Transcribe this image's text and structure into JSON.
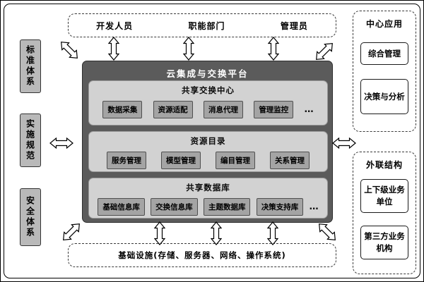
{
  "top_actors": [
    "开发人员",
    "职能部门",
    "管理员"
  ],
  "left_pillars": [
    "标准体系",
    "实施规范",
    "安全体系"
  ],
  "platform": {
    "title": "云集成与交换平台",
    "sections": [
      {
        "title": "共享交换中心",
        "modules": [
          "数据采集",
          "资源适配",
          "消息代理",
          "管理监控"
        ],
        "more": "…"
      },
      {
        "title": "资源目录",
        "modules": [
          "服务管理",
          "模型管理",
          "编目管理",
          "关系管理"
        ]
      },
      {
        "title": "共享数据库",
        "modules": [
          "基础信息库",
          "交换信息库",
          "主题数据库",
          "决策支持库"
        ],
        "more": "…"
      }
    ]
  },
  "right_top": {
    "title": "中心应用",
    "items": [
      "综合管理",
      "决策与分析"
    ]
  },
  "right_bottom": {
    "title": "外联结构",
    "items": [
      "上下级业务单位",
      "第三方业务机构"
    ]
  },
  "infrastructure": "基础设施(存储、服务器、网络、操作系统)",
  "colors": {
    "platform_bg": "#5b5b5b",
    "section_bg": "#d2d2d2",
    "module_bg": "#a4a4a4",
    "pillar_bg": "#b9b9b9",
    "arrow_fill": "#ffffff",
    "line": "#000000"
  }
}
